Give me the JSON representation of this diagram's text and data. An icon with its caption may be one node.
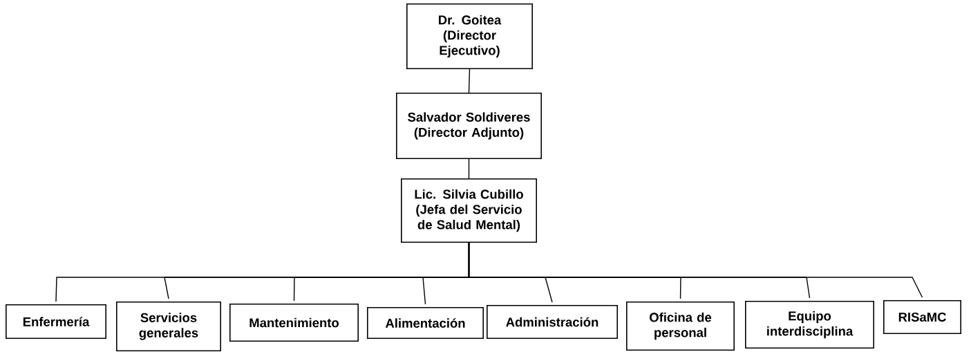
{
  "diagram": {
    "nodes": [
      {
        "text": [
          "Dr. Goitea (Director Ejecutivo)"
        ]
      },
      {
        "text": [
          "Salvador Soldiveres (Director Adjunto)"
        ]
      },
      {
        "text": [
          "Lic. Silvia Cubillo (Jefa del Servicio de Salud Mental)"
        ]
      },
      {
        "text": [
          "Enfermería"
        ]
      },
      {
        "text": [
          "Servicios generales"
        ]
      },
      {
        "text": [
          "Mantenimiento"
        ]
      },
      {
        "text": [
          "Alimentación"
        ]
      },
      {
        "text": [
          "Administración"
        ]
      },
      {
        "text": [
          "Oficina de personal"
        ]
      },
      {
        "text": [
          "Equipo interdisciplina"
        ]
      },
      {
        "text": [
          "RISaMC"
        ]
      }
    ],
    "edges": [
      {
        "from": 0,
        "to": 1,
        "arrow": "none"
      },
      {
        "from": 1,
        "to": 2,
        "arrow": "none"
      },
      {
        "from": 2,
        "to": 3,
        "arrow": "none"
      },
      {
        "from": 2,
        "to": 4,
        "arrow": "none"
      },
      {
        "from": 2,
        "to": 5,
        "arrow": "none"
      },
      {
        "from": 2,
        "to": 6,
        "arrow": "none"
      },
      {
        "from": 2,
        "to": 7,
        "arrow": "none"
      },
      {
        "from": 2,
        "to": 8,
        "arrow": "none"
      },
      {
        "from": 2,
        "to": 9,
        "arrow": "none"
      },
      {
        "from": 2,
        "to": 10,
        "arrow": "none"
      }
    ]
  }
}
